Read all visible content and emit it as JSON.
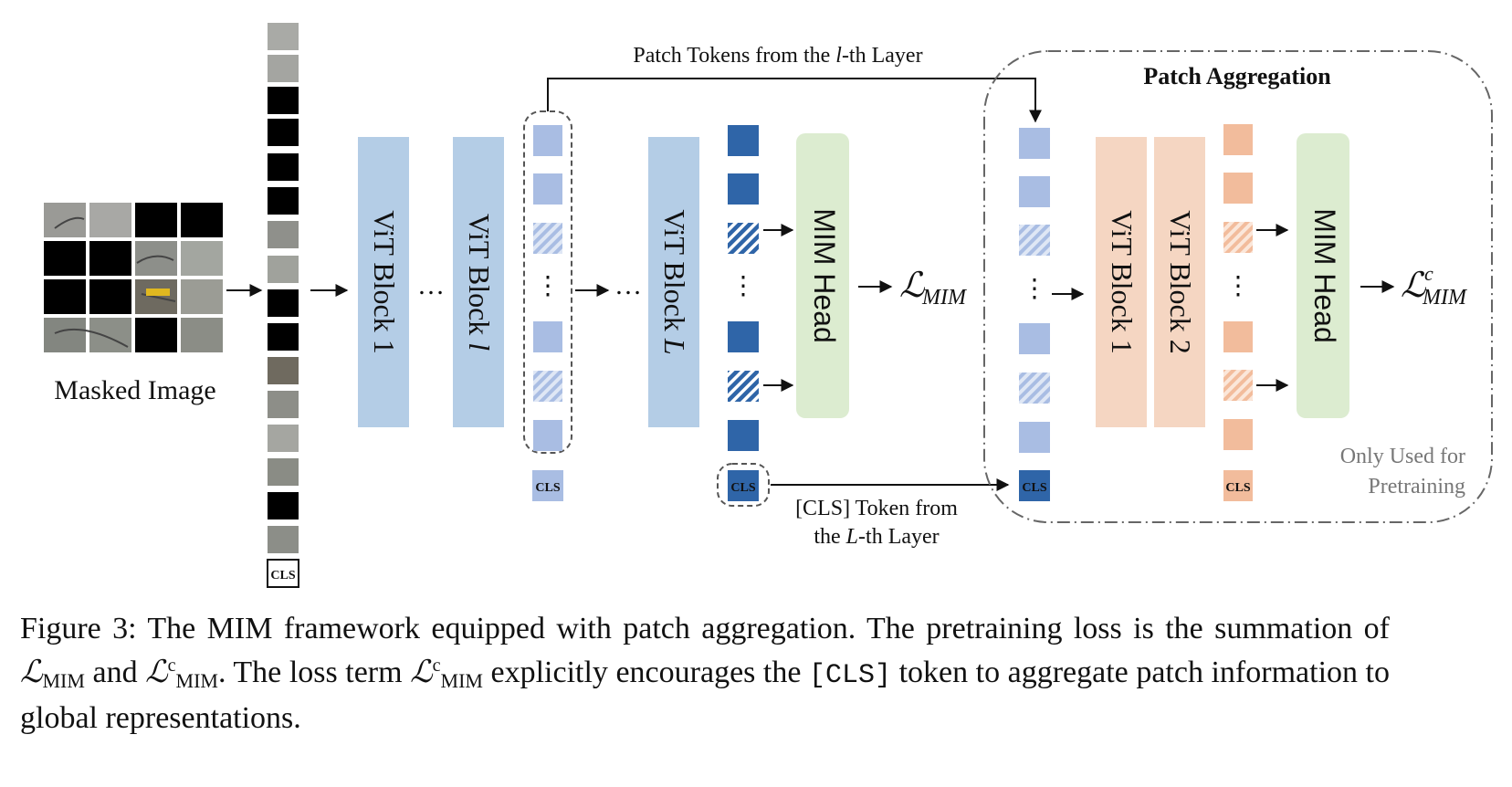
{
  "figure": {
    "masked_image_label": "Masked Image",
    "cls_label": "CLS",
    "vit_block_1": "ViT Block 1",
    "vit_block_l": "ViT Block ",
    "vit_block_l_var": "l",
    "vit_block_L": "ViT Block ",
    "vit_block_L_var": "L",
    "mim_head": "MIM Head",
    "loss_symbol": "ℒ",
    "loss_sub": "MIM",
    "loss_sup": "c",
    "patch_tokens_pre": "Patch Tokens from the ",
    "patch_tokens_var": "l",
    "patch_tokens_post": "-th Layer",
    "cls_token_line1": "[CLS] Token from",
    "cls_token_line2_pre": "the ",
    "cls_token_line2_var": "L",
    "cls_token_line2_post": "-th Layer",
    "patch_aggregation_title": "Patch Aggregation",
    "agg_vit_block_1": "ViT Block 1",
    "agg_vit_block_2": "ViT Block 2",
    "only_used_line1": "Only Used for",
    "only_used_line2": "Pretraining",
    "ellipsis": "…",
    "vdots": "⋮"
  },
  "caption": {
    "p1": "Figure 3:  The MIM framework equipped with patch aggregation.  The pretraining loss is the summation of ",
    "loss": "ℒ",
    "sub": "MIM",
    "sup": "c",
    "p2": " and ",
    "p3": ".  The loss term ",
    "p4": " explicitly encourages the ",
    "cls_code": "[CLS]",
    "p5": " token to aggregate patch information to global representations."
  },
  "colors": {
    "light_blue": "#b4cde6",
    "token_blue": "#a9bde3",
    "dark_blue": "#2f65a8",
    "peach": "#f5d6c2",
    "peach_token": "#f2bc9c",
    "green": "#dcecd0"
  }
}
